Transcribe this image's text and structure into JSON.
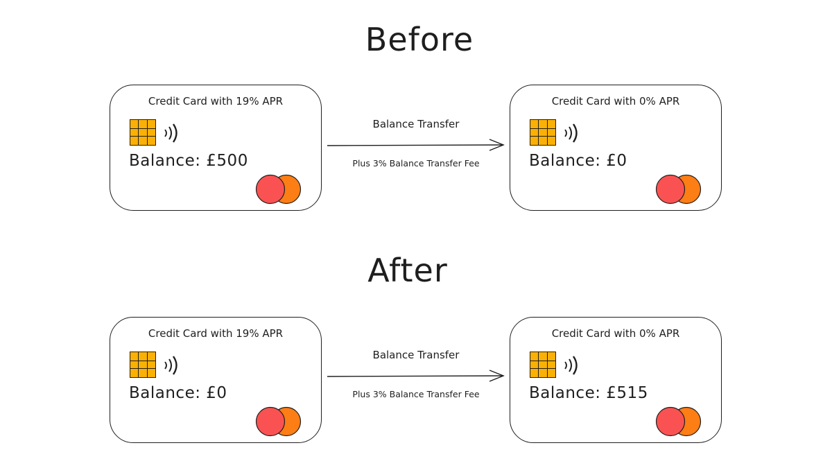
{
  "sections": [
    {
      "heading": "Before",
      "left_card": {
        "title": "Credit Card with 19% APR",
        "balance": "Balance: £500"
      },
      "right_card": {
        "title": "Credit Card with 0% APR",
        "balance": "Balance: £0"
      },
      "arrow": {
        "label": "Balance Transfer",
        "fee": "Plus 3% Balance Transfer Fee"
      }
    },
    {
      "heading": "After",
      "left_card": {
        "title": "Credit Card with 19% APR",
        "balance": "Balance: £0"
      },
      "right_card": {
        "title": "Credit Card with 0% APR",
        "balance": "Balance: £515"
      },
      "arrow": {
        "label": "Balance Transfer",
        "fee": "Plus 3% Balance Transfer Fee"
      }
    }
  ],
  "colors": {
    "chip": "#fab005",
    "logo_red": "#fa5252",
    "logo_orange": "#fd7e14",
    "stroke": "#1e1e1e"
  }
}
